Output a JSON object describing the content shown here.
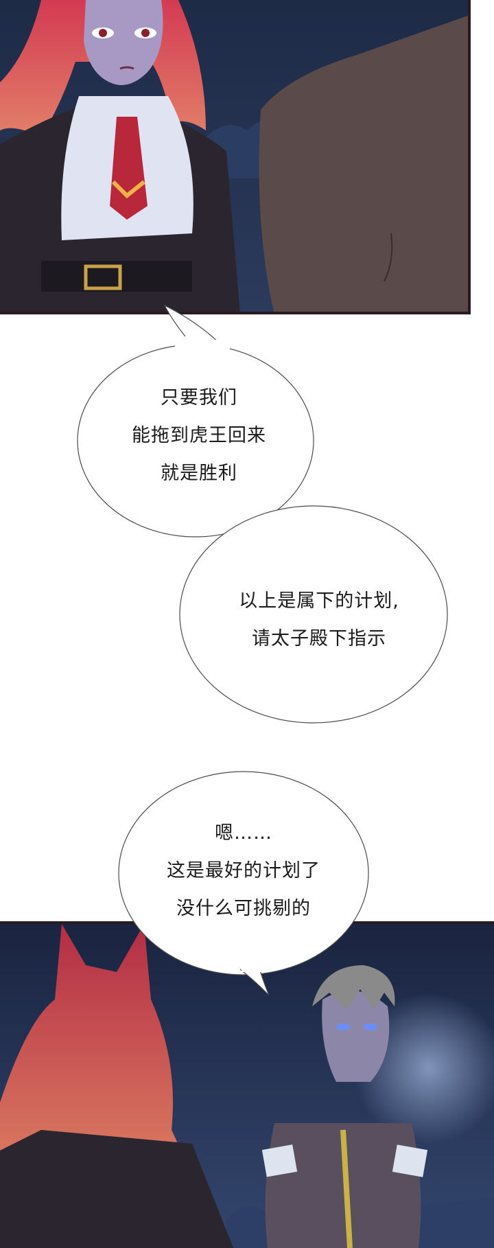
{
  "bubbles": [
    {
      "lines": [
        "只要我们",
        "能拖到虎王回来",
        "就是胜利"
      ]
    },
    {
      "lines": [
        "以上是属下的计划,",
        "请太子殿下指示"
      ]
    },
    {
      "lines": [
        "嗯……",
        "这是最好的计划了",
        "没什么可挑剔的"
      ]
    }
  ],
  "colors": {
    "night_sky": "#1f2a44",
    "hair_red": "#c8344a",
    "panel_border": "#2a1a22",
    "moon": "#dfe6f5"
  }
}
